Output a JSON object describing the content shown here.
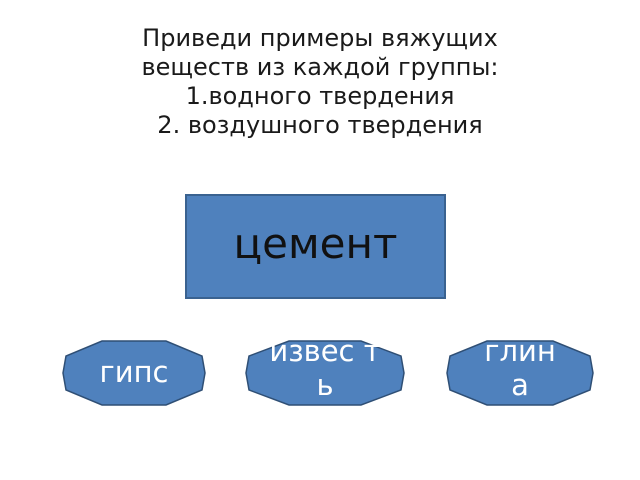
{
  "title": {
    "lines": [
      "Приведи примеры вяжущих",
      "веществ из каждой группы:",
      "1.водного твердения",
      "2. воздушного твердения"
    ]
  },
  "main_box": {
    "label": "цемент",
    "fill": "#4f81bd"
  },
  "shapes": [
    {
      "label": "гипс"
    },
    {
      "label": "извес ть"
    },
    {
      "label": "глин а"
    }
  ],
  "colors": {
    "shape_fill": "#4f81bd",
    "shape_stroke": "#2f4f75",
    "shape_text": "#ffffff"
  }
}
